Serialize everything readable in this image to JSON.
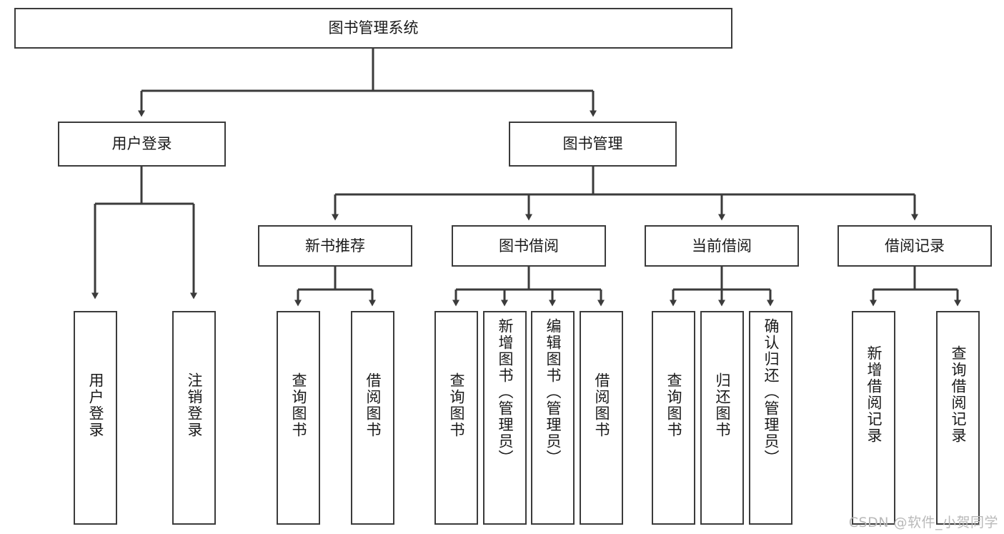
{
  "diagram": {
    "title": "图书管理系统",
    "type": "hierarchy-tree",
    "watermark": "CSDN @软件_小贺同学",
    "colors": {
      "box_border": "#3b3b3b",
      "box_fill": "#ffffff",
      "edge": "#3b3b3b",
      "text": "#1a1a1a",
      "watermark": "#b9b9b9"
    },
    "levels": {
      "root": {
        "label": "图书管理系统"
      },
      "level2": [
        {
          "label": "用户登录"
        },
        {
          "label": "图书管理"
        }
      ],
      "level3": [
        {
          "label": "新书推荐"
        },
        {
          "label": "图书借阅"
        },
        {
          "label": "当前借阅"
        },
        {
          "label": "借阅记录"
        }
      ],
      "leaves_user_login": [
        {
          "label": "用户登录"
        },
        {
          "label": "注销登录"
        }
      ],
      "leaves_new_book": [
        {
          "label": "查询图书"
        },
        {
          "label": "借阅图书"
        }
      ],
      "leaves_borrow": [
        {
          "label": "查询图书"
        },
        {
          "label": "新增图书（管理员）"
        },
        {
          "label": "编辑图书（管理员）"
        },
        {
          "label": "借阅图书"
        }
      ],
      "leaves_current": [
        {
          "label": "查询图书"
        },
        {
          "label": "归还图书"
        },
        {
          "label": "确认归还（管理员）"
        }
      ],
      "leaves_record": [
        {
          "label": "新增借阅记录"
        },
        {
          "label": "查询借阅记录"
        }
      ]
    }
  }
}
